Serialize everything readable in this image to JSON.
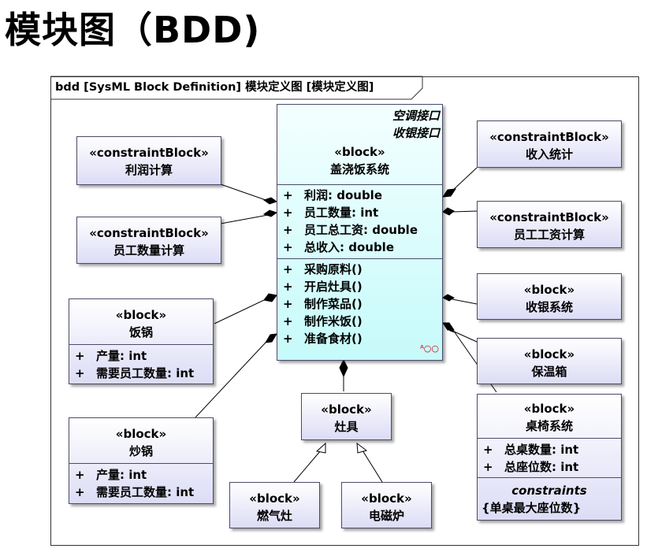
{
  "page_title": "模块图（BDD)",
  "frame_label": "bdd [SysML Block Definition] 模块定义图 [模块定义图]",
  "main_block": {
    "ports": [
      "空调接口",
      "收银接口"
    ],
    "stereotype": "«block»",
    "name": "盖浇饭系统",
    "attributes": [
      "利润: double",
      "员工数量: int",
      "员工总工资: double",
      "总收入: double"
    ],
    "operations": [
      "采购原料()",
      "开启灶具()",
      "制作菜品()",
      "制作米饭()",
      "准备食材()"
    ]
  },
  "blocks": {
    "profit_calc": {
      "stereotype": "«constraintBlock»",
      "name": "利润计算"
    },
    "staff_count_calc": {
      "stereotype": "«constraintBlock»",
      "name": "员工数量计算"
    },
    "income_stats": {
      "stereotype": "«constraintBlock»",
      "name": "收入统计"
    },
    "salary_calc": {
      "stereotype": "«constraintBlock»",
      "name": "员工工资计算"
    },
    "rice_cooker": {
      "stereotype": "«block»",
      "name": "饭锅",
      "attributes": [
        "产量: int",
        "需要员工数量: int"
      ]
    },
    "wok": {
      "stereotype": "«block»",
      "name": "炒锅",
      "attributes": [
        "产量: int",
        "需要员工数量: int"
      ]
    },
    "cashier": {
      "stereotype": "«block»",
      "name": "收银系统"
    },
    "warmer": {
      "stereotype": "«block»",
      "name": "保温箱"
    },
    "seating": {
      "stereotype": "«block»",
      "name": "桌椅系统",
      "attributes": [
        "总桌数量: int",
        "总座位数: int"
      ],
      "constraints_title": "constraints",
      "constraints": "{单桌最大座位数}"
    },
    "stove": {
      "stereotype": "«block»",
      "name": "灶具"
    },
    "gas_stove": {
      "stereotype": "«block»",
      "name": "燃气灶"
    },
    "induction": {
      "stereotype": "«block»",
      "name": "电磁炉"
    }
  },
  "attr_prefix": "+"
}
